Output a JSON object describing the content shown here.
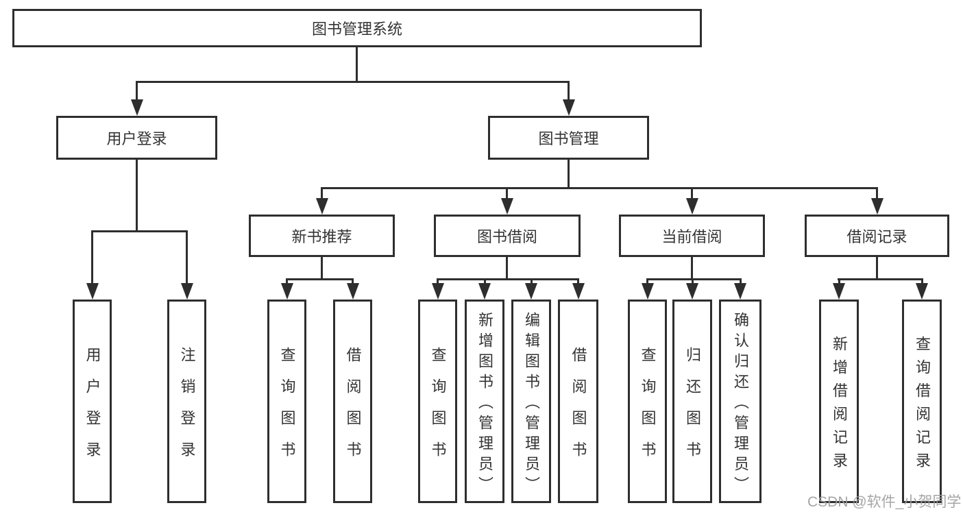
{
  "diagram": {
    "root": {
      "label": "图书管理系统"
    },
    "branches": [
      {
        "label": "用户登录",
        "children": [
          {
            "label": "用户登录"
          },
          {
            "label": "注销登录"
          }
        ]
      },
      {
        "label": "图书管理",
        "children": [
          {
            "label": "新书推荐",
            "children": [
              {
                "label": "查询图书"
              },
              {
                "label": "借阅图书"
              }
            ]
          },
          {
            "label": "图书借阅",
            "children": [
              {
                "label": "查询图书"
              },
              {
                "label": "新增图书（管理员）"
              },
              {
                "label": "编辑图书（管理员）"
              },
              {
                "label": "借阅图书"
              }
            ]
          },
          {
            "label": "当前借阅",
            "children": [
              {
                "label": "查询图书"
              },
              {
                "label": "归还图书"
              },
              {
                "label": "确认归还（管理员）"
              }
            ]
          },
          {
            "label": "借阅记录",
            "children": [
              {
                "label": "新增借阅记录"
              },
              {
                "label": "查询借阅记录"
              }
            ]
          }
        ]
      }
    ],
    "watermark": "CSDN @软件_小贺同学",
    "colors": {
      "line": "#2e2e2e",
      "text": "#333333",
      "watermark": "#9e9e9e",
      "background": "#ffffff"
    }
  }
}
